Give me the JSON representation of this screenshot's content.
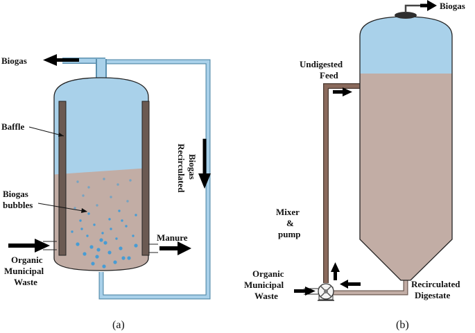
{
  "colors": {
    "gas": "#a9d1ea",
    "slurry": "#c2ada5",
    "pipe_gas": "#a9d1ea",
    "pipe_feed": "#8a6a5c",
    "pipe_digestate": "#c2ada5",
    "baffle": "#6b5a52",
    "bubble": "#3a9ad9",
    "arrow": "#000000"
  },
  "panel_a": {
    "caption": "(a)",
    "labels": {
      "biogas": "Biogas",
      "baffle": "Baffle",
      "biogas_bubbles_1": "Biogas",
      "biogas_bubbles_2": "bubbles",
      "recirculated_1": "Recirculated",
      "recirculated_2": "Biogas",
      "manure": "Manure",
      "waste_1": "Organic",
      "waste_2": "Municipal",
      "waste_3": "Waste"
    }
  },
  "panel_b": {
    "caption": "(b)",
    "labels": {
      "biogas": "Biogas",
      "undigested_1": "Undigested",
      "undigested_2": "Feed",
      "mixer_1": "Mixer",
      "mixer_2": "&",
      "mixer_3": "pump",
      "waste_1": "Organic",
      "waste_2": "Municipal",
      "waste_3": "Waste",
      "recirc_1": "Recirculated",
      "recirc_2": "Digestate"
    }
  }
}
